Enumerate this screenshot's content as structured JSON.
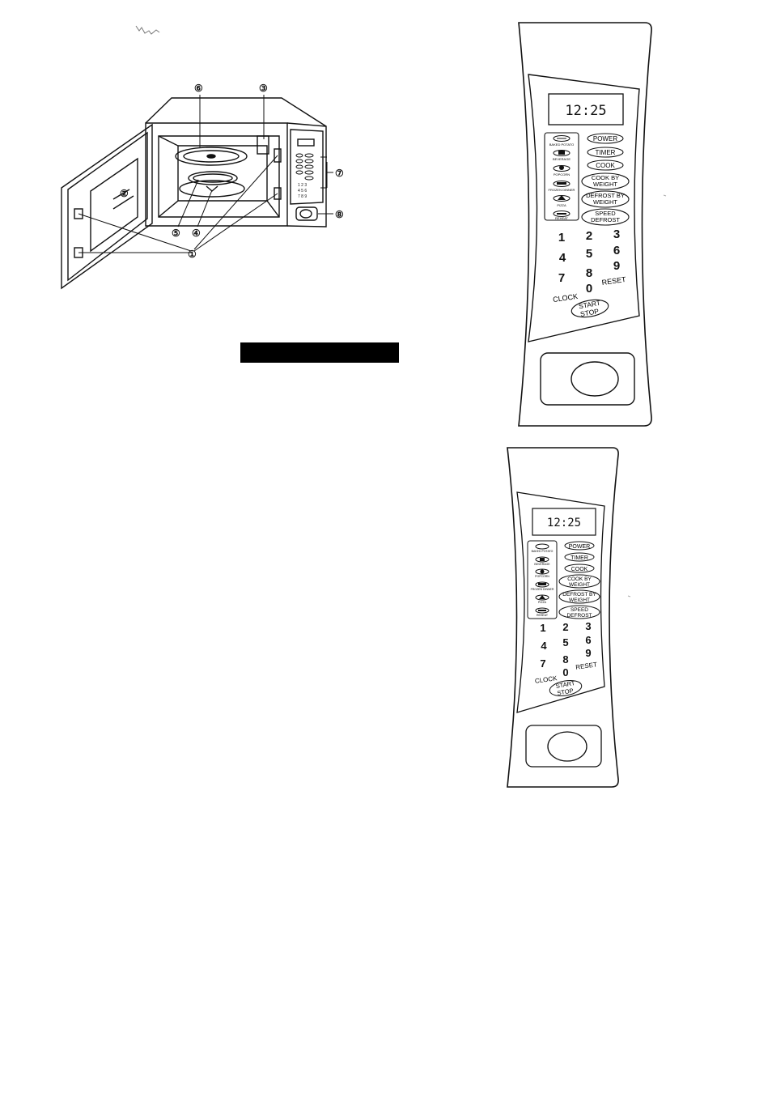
{
  "callouts": {
    "c1": "①",
    "c2": "②",
    "c3": "③",
    "c4": "④",
    "c5": "⑤",
    "c6": "⑥",
    "c7": "⑦",
    "c8": "⑧"
  },
  "panel": {
    "display_time": "12:25",
    "food_buttons": [
      "BAKED POTATO",
      "BEVERAGE",
      "POPCORN",
      "FROZEN DINNER",
      "PIZZA",
      "REHEAT"
    ],
    "function_buttons": {
      "power": "POWER",
      "timer": "TIMER",
      "cook": "COOK",
      "cook_by_weight_1": "COOK BY",
      "cook_by_weight_2": "WEIGHT",
      "defrost_by_weight_1": "DEFROST BY",
      "defrost_by_weight_2": "WEIGHT",
      "speed_defrost_1": "SPEED",
      "speed_defrost_2": "DEFROST"
    },
    "keys": [
      "1",
      "2",
      "3",
      "4",
      "5",
      "6",
      "7",
      "8",
      "9",
      "0"
    ],
    "clock": "CLOCK",
    "reset": "RESET",
    "start": "START",
    "stop": "STOP"
  }
}
